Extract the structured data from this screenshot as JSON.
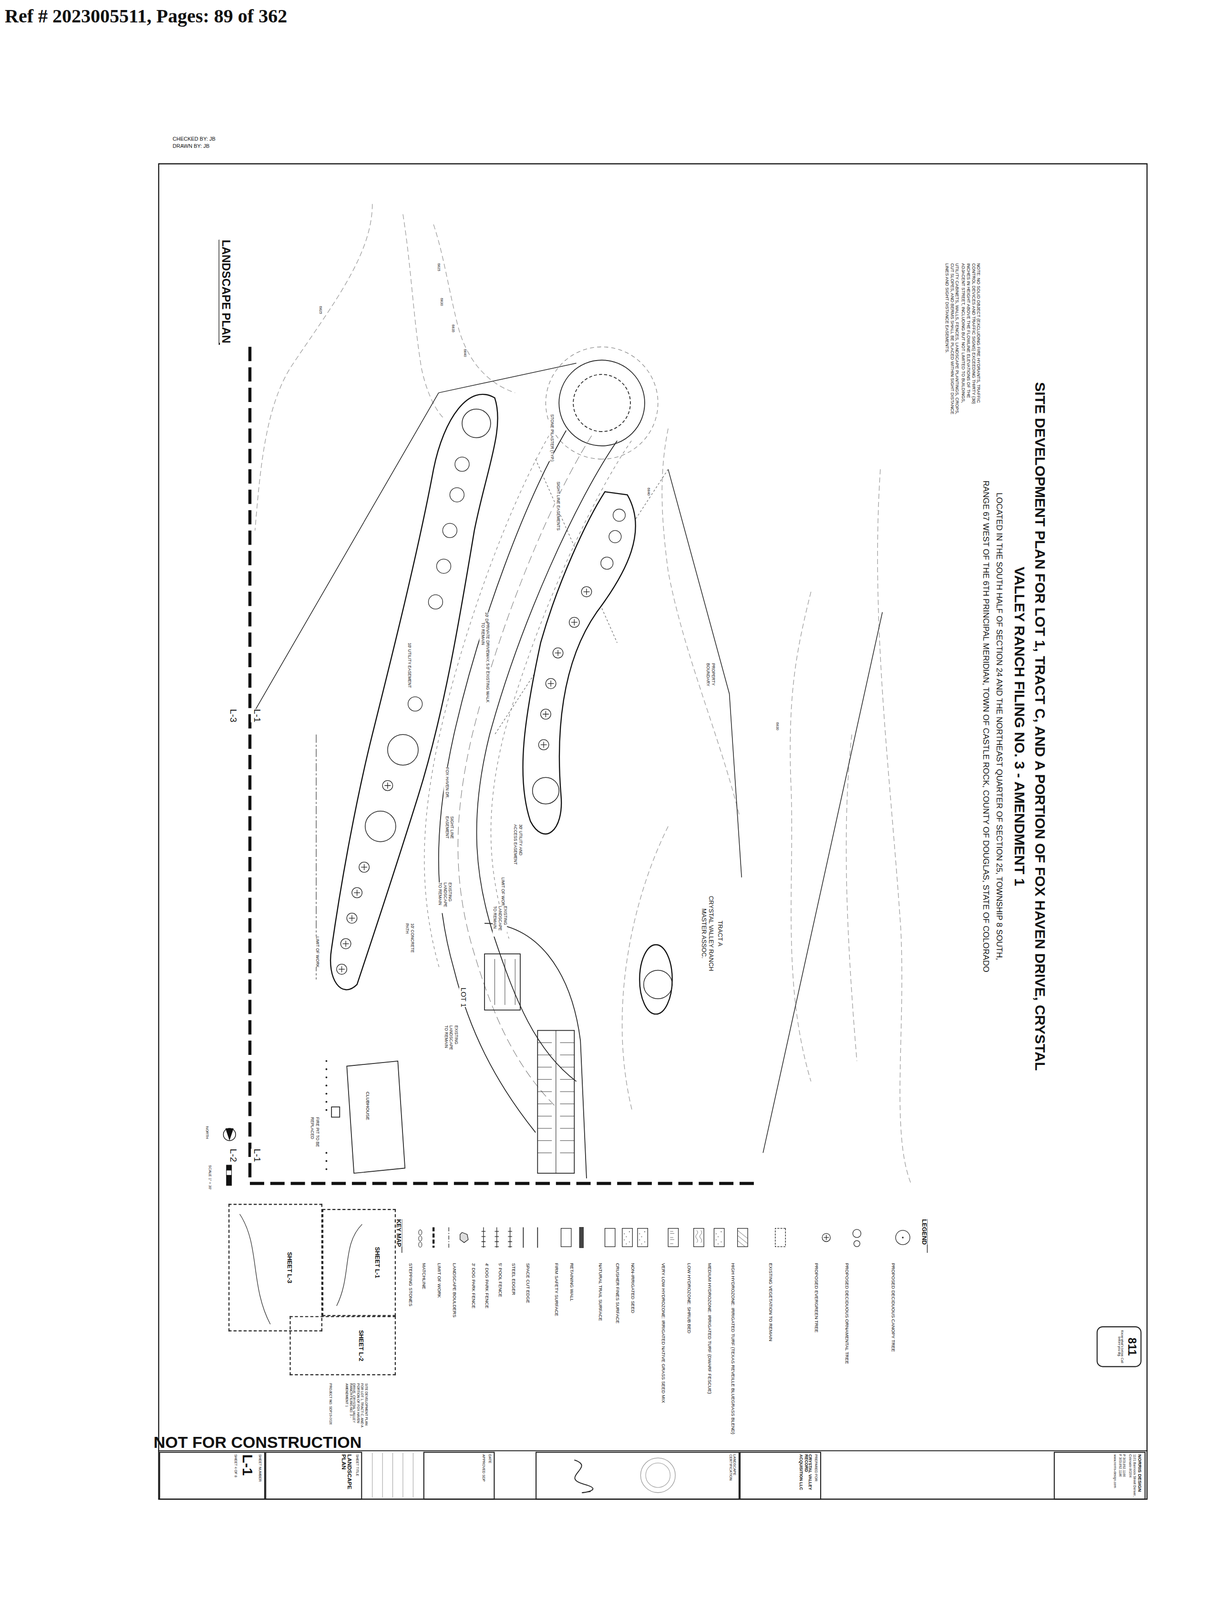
{
  "diagram": {
    "title": "SITE DEVELOPMENT PLAN FOR LOT 1, TRACT C, AND A PORTION OF FOX HAVEN DRIVE, CRYSTAL VALLEY RANCH FILING NO. 3 - AMENDMENT 1",
    "nodes": [
      {
        "text": [
          "NORRIS DESIGN",
          "1101 Bannock Street Denver, Colorado 80204",
          "P 303.892.1166 F 303.892.1186",
          "www.norris-design.com"
        ]
      },
      {
        "text": [
          "811",
          "Know what's below. Call before you dig."
        ]
      },
      {
        "text": [
          "PREPARED FOR",
          "CRYSTAL VALLEY RECORD ACQUISITION LLC"
        ]
      },
      {
        "text": [
          "LANDSCAPE CERTIFICATION"
        ]
      },
      {
        "text": [
          "DATE",
          "APPROVED SDP"
        ]
      },
      {
        "text": [
          "SHEET TITLE",
          "LANDSCAPE PLAN"
        ]
      },
      {
        "text": [
          "SHEET NUMBER",
          "L-1",
          "SHEET 4 OF 8"
        ]
      },
      {
        "text": [
          "SHEET L-1"
        ]
      },
      {
        "text": [
          "SHEET L-2"
        ]
      },
      {
        "text": [
          "SHEET L-3"
        ]
      }
    ],
    "labels": [
      "Ref # 2023005511, Pages: 89 of 362",
      "CHECKED BY:  JB",
      "DRAWN BY:  JB",
      "LOCATED IN THE SOUTH HALF OF SECTION 24 AND THE NORTHEAST QUARTER OF SECTION 25, TOWNSHIP 8 SOUTH,",
      "RANGE 67 WEST OF THE 6TH PRINCIPAL MERIDIAN, TOWN OF CASTLE ROCK, COUNTY OF DOUGLAS, STATE OF COLORADO",
      "NOTE: NO SOLID OBJECT (EXCLUDING FIRE HYDRANTS, TRAFFIC CONTROL DEVICES AND TRAFFIC SIGNS) EXCEEDING THIRTY (30) INCHES IN HEIGHT ABOVE THE FLOWLINE ELEVATIONS OF THE ADJACENT STREET, INCLUDING BUT NOT LIMITED TO BUILDINGS, UTILITY CABINETS, WALLS, FENCES, LANDSCAPE PLANTINGS, CROPS, CUT SLOPES, AND BERMS SHALL BE PLACED WITHIN SIGHT DISTANCE LINES AND SIGHT DISTANCE EASEMENTS.",
      "LANDSCAPE PLAN",
      "SIGHT LINE EASEMENTS",
      "PROPERTY BOUNDARY",
      "10' DRY UTILITY EASEMENT",
      "PRIVATE DRIVEWAY, 5.0' EXISTING WALK TO REMAIN",
      "10' UTILITY EASEMENT",
      "STONE PILASTER (TYP.)",
      "30' UTILITY AND ACCESS EASEMENT",
      "LIMIT OF WORK",
      "EXISTING LANDSCAPE TO REMAIN",
      "TRACT A",
      "CRYSTAL VALLEY RANCH MASTER ASSOC.",
      "LOT 1",
      "EXISTING LANDSCAPE TO REMAIN",
      "SIGHT LINE EASEMENT",
      "FOX HAVEN DR.",
      "EXISTING LANDSCAPE TO REMAIN",
      "10' CONCRETE PATH",
      "LIMIT OF WORK",
      "CLUBHOUSE",
      "FIRE PIT TO BE REPLACED",
      "L-1",
      "L-3",
      "L-1",
      "L-2",
      "NORTH",
      "SCALE 1\" = 30'",
      "LEGEND",
      "KEY MAP",
      "SITE DEVELOPMENT PLAN FOR LOT 1, TRACT C, AND A PORTION OF FOX HAVEN DRIVE, CRYSTAL VALLEY RANCH FILING NO. 3 - AMENDMENT 1",
      "PROJECT NO. SDP19-0026",
      "6825",
      "6830",
      "6835",
      "6840",
      "6825",
      "6840",
      "6830",
      "NOT FOR CONSTRUCTION"
    ],
    "legend": [
      {
        "text": "PROPOSED DECIDUOUS CANOPY TREE"
      },
      {
        "text": "PROPOSED DECIDUOUS ORNAMENTAL TREE"
      },
      {
        "text": "PROPOSED EVERGREEN TREE"
      },
      {
        "text": "EXISTING VEGETATION TO REMAIN"
      },
      {
        "text": "HIGH HYDROZONE: IRRIGATED TURF (TEXAS REVEILLE BLUEGRASS BLEND)"
      },
      {
        "text": "MEDIUM HYDROZONE: IRRIGATED TURF (DWARF FESCUE)"
      },
      {
        "text": "LOW HYDROZONE: SHRUB BED"
      },
      {
        "text": "VERY LOW HYDROZONE: IRRIGATED NATIVE GRASS SEED MIX"
      },
      {
        "text": "NON-IRRIGATED SEED"
      },
      {
        "text": "CRUSHER FINES SURFACE"
      },
      {
        "text": "NATURAL TRAIL SURFACE"
      },
      {
        "text": "RETAINING WALL"
      },
      {
        "text": "FIRM SAFETY SURFACE"
      },
      {
        "text": "SPACE CUT EDGE"
      },
      {
        "text": "STEEL EDGER"
      },
      {
        "text": "5' POOL FENCE"
      },
      {
        "text": "4' DOG PARK FENCE"
      },
      {
        "text": "3' DOG PARK FENCE"
      },
      {
        "text": "LANDSCAPE BOULDERS"
      },
      {
        "text": "LIMIT OF WORK"
      },
      {
        "text": "MATCHLINE"
      },
      {
        "text": "STEPPING STONES"
      }
    ]
  }
}
